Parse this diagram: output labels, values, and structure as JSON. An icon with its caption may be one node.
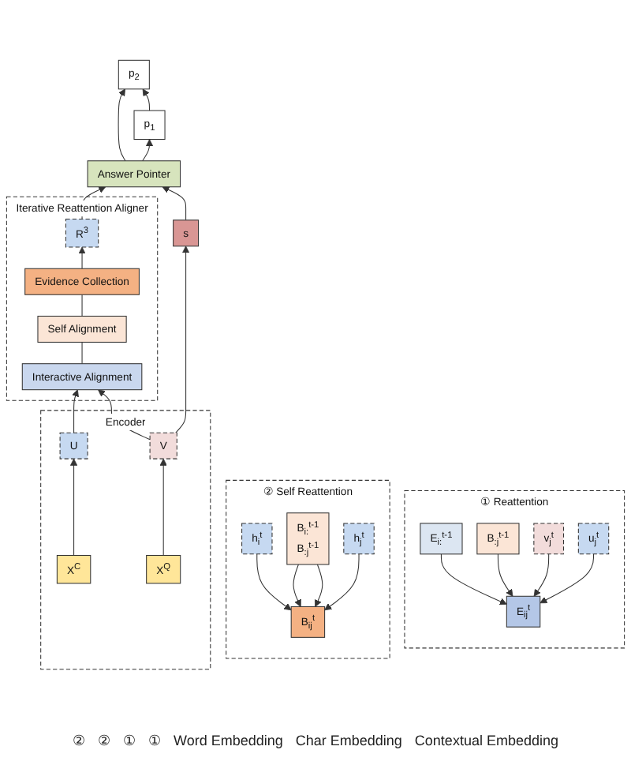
{
  "diagram": {
    "nodes": [
      {
        "text": [
          "Answer Pointer"
        ]
      },
      {
        "text": [
          "p$_{1}$"
        ]
      },
      {
        "text": [
          "p$_{2}$"
        ]
      },
      {
        "text": [
          "Iterative Reattention Aligner"
        ]
      },
      {
        "text": [
          "R$^{3}$"
        ],
        "in": 3
      },
      {
        "text": [
          "Evidence Collection"
        ],
        "in": 3
      },
      {
        "text": [
          "Self Alignment"
        ],
        "in": 3
      },
      {
        "text": [
          "Interactive Alignment"
        ],
        "in": 3
      },
      {
        "text": [
          "s"
        ]
      },
      {
        "text": [
          "① Reattention"
        ]
      },
      {
        "text": [
          "E$_{i:}$$^{t-1}$"
        ],
        "in": 9
      },
      {
        "text": [
          "v$_{j}$$^{t}$"
        ],
        "in": 9
      },
      {
        "text": [
          "E$_{ij}$$^{t}$"
        ],
        "in": 9
      },
      {
        "text": [
          "B$_{:j}$$^{t-1}$"
        ],
        "in": 9
      },
      {
        "text": [
          "u$_{j}$$^{t}$"
        ],
        "in": 9
      },
      {
        "text": [
          "② Self Reattention"
        ]
      },
      {
        "text": [
          "h$_{i}$$^{t}$"
        ],
        "in": 15
      },
      {
        "text": [
          "B$_{i:}$$^{t-1}$",
          "B$_{:j}$$^{t-1}$"
        ],
        "in": 15
      },
      {
        "text": [
          "B$_{ij}$$^{t}$"
        ],
        "in": 15
      },
      {
        "text": [
          "h$_{j}$$^{t}$"
        ],
        "in": 15
      },
      {
        "text": [
          "Encoder"
        ]
      },
      {
        "text": [
          "U"
        ],
        "in": 20
      },
      {
        "text": [
          "V"
        ],
        "in": 20
      },
      {
        "text": [
          "X$^{C}$"
        ],
        "in": 20
      },
      {
        "text": [
          "X$^{Q}$"
        ],
        "in": 20
      }
    ],
    "edges": [
      {
        "from": 0,
        "to": 1,
        "arrow": "to"
      },
      {
        "from": 0,
        "to": 2,
        "arrow": "to"
      },
      {
        "from": 1,
        "to": 2,
        "arrow": "to"
      },
      {
        "from": 4,
        "to": 0,
        "arrow": "to"
      },
      {
        "from": 8,
        "to": 0,
        "arrow": "to"
      },
      {
        "from": 7,
        "to": 6,
        "arrow": "none"
      },
      {
        "from": 6,
        "to": 5,
        "arrow": "none"
      },
      {
        "from": 5,
        "to": 4,
        "arrow": "to"
      },
      {
        "from": 21,
        "to": 7,
        "arrow": "to"
      },
      {
        "from": 22,
        "to": 7,
        "arrow": "to"
      },
      {
        "from": 22,
        "to": 8,
        "arrow": "to"
      },
      {
        "from": 23,
        "to": 21,
        "arrow": "to"
      },
      {
        "from": 24,
        "to": 22,
        "arrow": "to"
      },
      {
        "from": 10,
        "to": 12,
        "arrow": "to"
      },
      {
        "from": 13,
        "to": 12,
        "arrow": "to"
      },
      {
        "from": 11,
        "to": 12,
        "arrow": "to"
      },
      {
        "from": 14,
        "to": 12,
        "arrow": "to"
      },
      {
        "from": 16,
        "to": 18,
        "arrow": "to"
      },
      {
        "from": 17,
        "to": 18,
        "arrow": "to"
      },
      {
        "from": 17,
        "to": 18,
        "arrow": "to"
      },
      {
        "from": 19,
        "to": 18,
        "arrow": "to"
      }
    ],
    "labels": [
      "②",
      "②",
      "①",
      "①",
      "Word Embedding",
      "Char Embedding",
      "Contextual Embedding"
    ]
  }
}
